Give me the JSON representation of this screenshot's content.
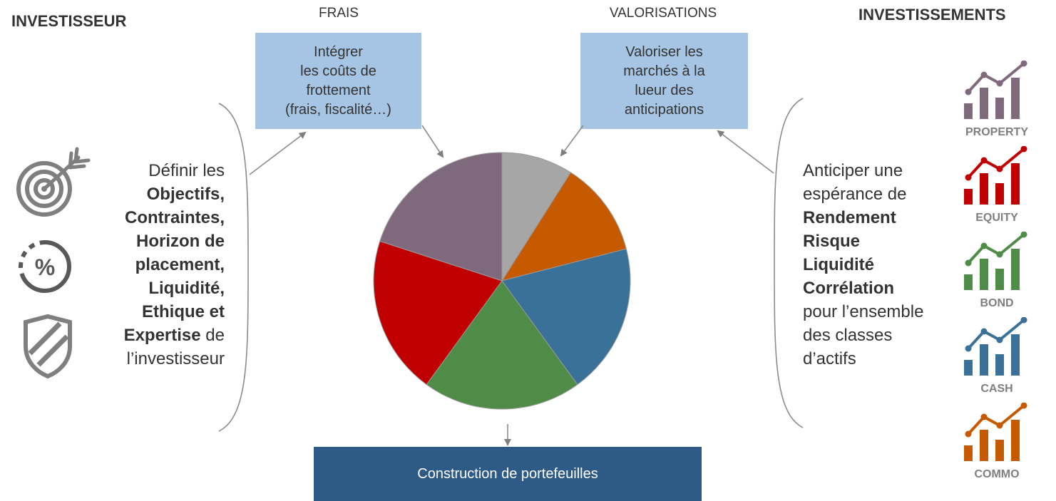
{
  "headings": {
    "investisseur": "INVESTISSEUR",
    "frais": "FRAIS",
    "valorisations": "VALORISATIONS",
    "investissements": "INVESTISSEMENTS"
  },
  "frais_box": {
    "lines": [
      "Intégrer",
      "les coûts de",
      "frottement",
      "(frais, fiscalité…)"
    ]
  },
  "valorisations_box": {
    "lines": [
      "Valoriser les",
      "marchés à la",
      "lueur des",
      "anticipations"
    ]
  },
  "left_text": {
    "line1": "Définir les",
    "objectifs": "Objectifs,",
    "contraintes": "Contraintes,",
    "horizon1": "Horizon de",
    "horizon2": "placement,",
    "liquidite": "Liquidité,",
    "ethique": "Ethique et",
    "expertise": "Expertise",
    "de": "de",
    "investisseur": "l’investisseur"
  },
  "right_text": {
    "line1": "Anticiper une",
    "line2": "espérance de",
    "rendement": "Rendement",
    "risque": "Risque",
    "liquidite": "Liquidité",
    "correlation": "Corrélation",
    "line7": "pour l’ensemble",
    "line8": "des classes",
    "line9": "d’actifs"
  },
  "bottom_box": {
    "label": "Construction de portefeuilles"
  },
  "investor_icons": [
    "target-arrow-icon",
    "percent-circle-icon",
    "shield-icon"
  ],
  "assets": [
    {
      "label": "PROPERTY",
      "color": "#7f6a7d"
    },
    {
      "label": "EQUITY",
      "color": "#c00000"
    },
    {
      "label": "BOND",
      "color": "#4e8c47"
    },
    {
      "label": "CASH",
      "color": "#3a7199"
    },
    {
      "label": "COMMO",
      "color": "#c55a00"
    }
  ],
  "pie_slices": [
    {
      "color": "#a6a6a6",
      "value": 9
    },
    {
      "color": "#c55a00",
      "value": 12
    },
    {
      "color": "#3a7199",
      "value": 19
    },
    {
      "color": "#4e8c47",
      "value": 20
    },
    {
      "color": "#c00000",
      "value": 20
    },
    {
      "color": "#7f6a7d",
      "value": 20
    }
  ]
}
